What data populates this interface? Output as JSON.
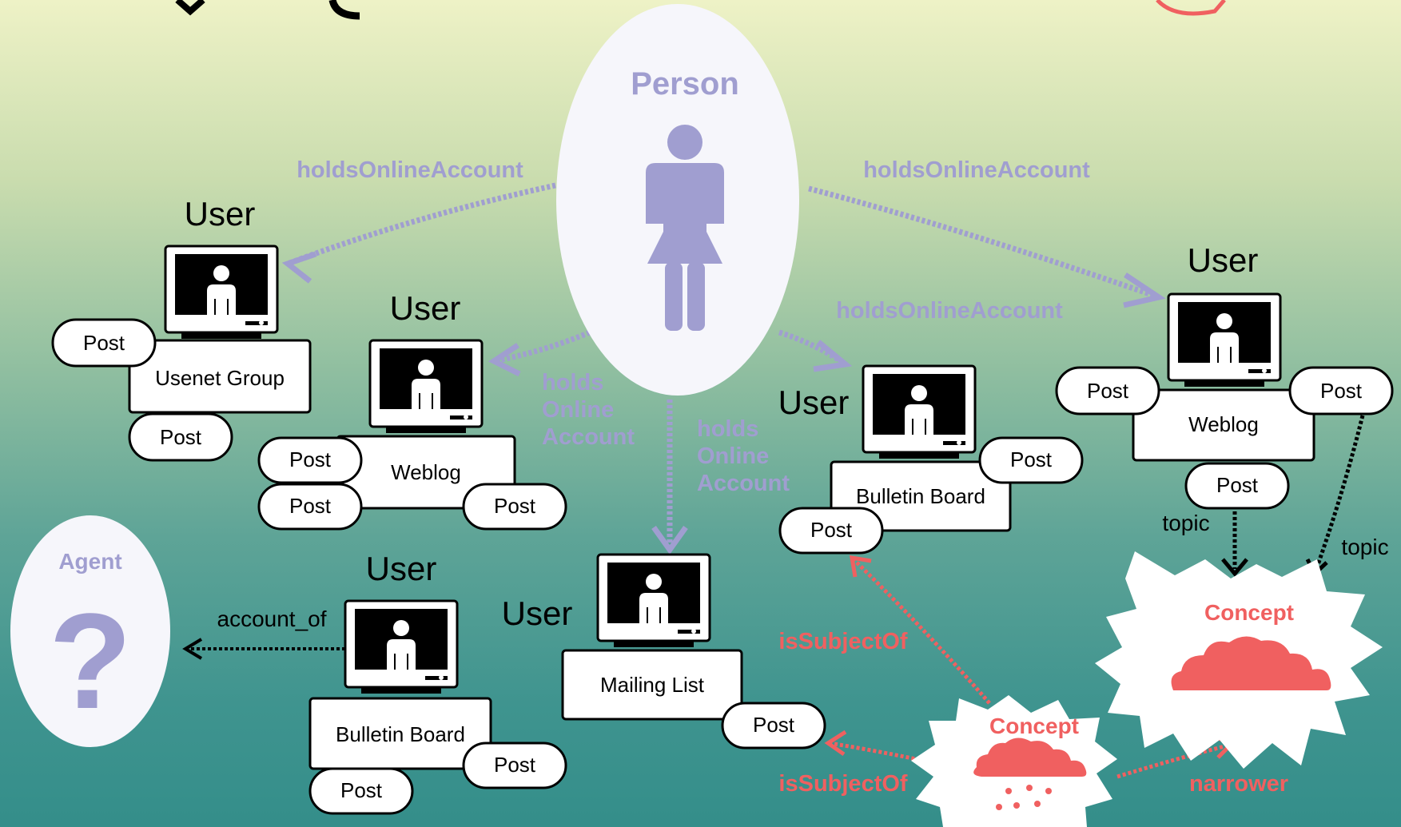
{
  "colors": {
    "person": "#a09ed0",
    "concept": "#f06060",
    "black": "#000000",
    "white": "#ffffff"
  },
  "labels": {
    "person": "Person",
    "agent": "Agent",
    "agent_unknown": "?",
    "user": "User",
    "post": "Post",
    "concept": "Concept",
    "holds_online_account": "holdsOnlineAccount",
    "holds": "holds",
    "online": "Online",
    "account": "Account",
    "account_of": "account_of",
    "is_subject_of": "isSubjectOf",
    "narrower": "narrower",
    "topic": "topic"
  },
  "services": {
    "usenet": "Usenet Group",
    "weblog": "Weblog",
    "bulletin_board": "Bulletin Board",
    "mailing_list": "Mailing List"
  }
}
